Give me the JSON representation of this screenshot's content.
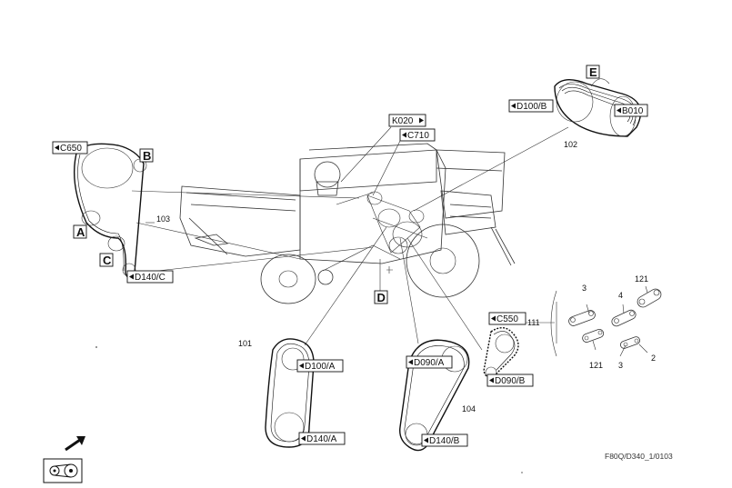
{
  "callouts": {
    "c650": "C650",
    "c710": "C710",
    "k020": "K020",
    "d100b": "D100/B",
    "b010": "B010",
    "d140c": "D140/C",
    "c550": "C550",
    "d090b": "D090/B",
    "d100a": "D100/A",
    "d140a": "D140/A",
    "d090a": "D090/A",
    "d140b": "D140/B"
  },
  "letters": {
    "a": "A",
    "b": "B",
    "c": "C",
    "d": "D",
    "e": "E"
  },
  "items": {
    "i101": "101",
    "i102": "102",
    "i103": "103",
    "i104": "104",
    "i111": "111",
    "i121a": "121",
    "i121b": "121",
    "i3a": "3",
    "i3b": "3",
    "i4": "4",
    "i2": "2"
  },
  "reference": "F80Q/D340_1/0103",
  "icons": {
    "arrow": "direction-arrow-icon",
    "belt_symbol": "belt-drive-icon",
    "tag_arrow_left": "triangle-left-icon",
    "tag_arrow_right": "triangle-right-icon"
  },
  "colors": {
    "ink": "#111111",
    "background": "#ffffff"
  }
}
